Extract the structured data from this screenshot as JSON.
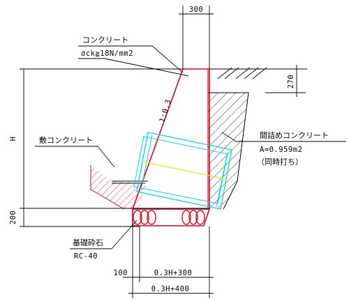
{
  "labels": {
    "concrete": "コンクリート",
    "concrete_strength": "σck≧18N/mm2",
    "slope": "1:0.3",
    "height": "H",
    "base_concrete": "敷コンクリート",
    "gap_concrete": "間詰めコンクリート",
    "gap_area": "A=0.959m2",
    "gap_note": "（同時打ち）",
    "crushed_stone": "基礎砕石",
    "crushed_stone_spec": "RC-40"
  },
  "dimensions": {
    "top_width": "300",
    "fill_depth": "270",
    "base_thickness": "200",
    "offset": "100",
    "wall_base": "0.3H+300",
    "total_base": "0.3H+400"
  },
  "colors": {
    "wall": "#e8001c",
    "pipe": "#00d8e0",
    "centerline": "#e8e800",
    "ink": "#000000"
  }
}
